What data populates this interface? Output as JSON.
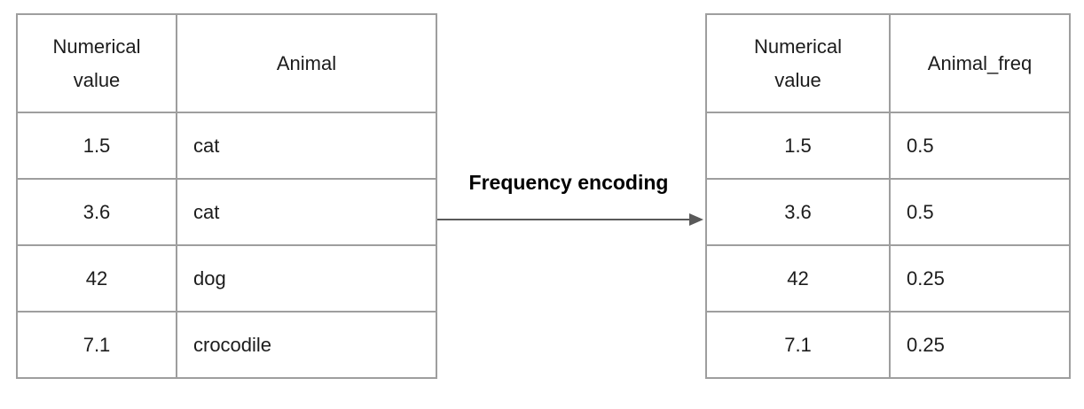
{
  "diagram": {
    "arrow_label": "Frequency encoding"
  },
  "left_table": {
    "columns": [
      "Numerical value",
      "Animal"
    ],
    "rows": [
      [
        "1.5",
        "cat"
      ],
      [
        "3.6",
        "cat"
      ],
      [
        "42",
        "dog"
      ],
      [
        "7.1",
        "crocodile"
      ]
    ]
  },
  "right_table": {
    "columns": [
      "Numerical value",
      "Animal_freq"
    ],
    "rows": [
      [
        "1.5",
        "0.5"
      ],
      [
        "3.6",
        "0.5"
      ],
      [
        "42",
        "0.25"
      ],
      [
        "7.1",
        "0.25"
      ]
    ]
  },
  "colors": {
    "table-border": "#9e9e9e",
    "arrow": "#595959",
    "text": "#1c1c1c",
    "background": "#ffffff"
  }
}
